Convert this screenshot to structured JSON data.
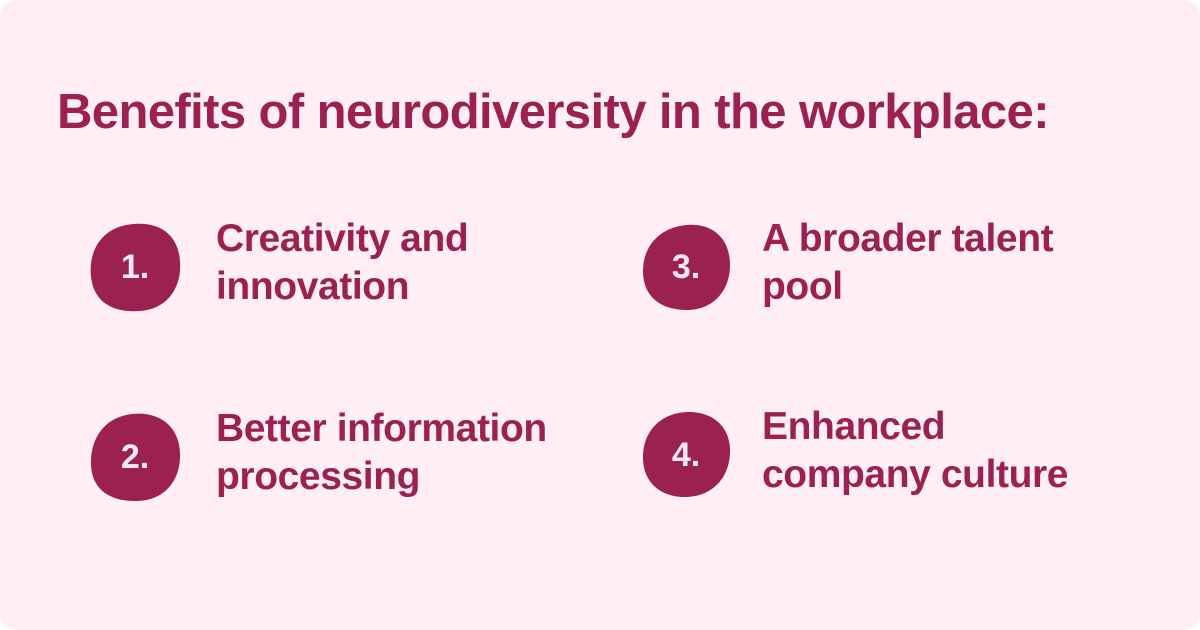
{
  "colors": {
    "background": "#ffeef4",
    "accent": "#9b2150",
    "number_text": "#fbe9f0"
  },
  "title": "Benefits of neurodiversity in the workplace:",
  "items": [
    {
      "number": "1.",
      "line1": "Creativity and",
      "line2": "innovation"
    },
    {
      "number": "2.",
      "line1": "Better information",
      "line2": "processing"
    },
    {
      "number": "3.",
      "line1": "A broader talent",
      "line2": "pool"
    },
    {
      "number": "4.",
      "line1": "Enhanced",
      "line2": "company culture"
    }
  ]
}
